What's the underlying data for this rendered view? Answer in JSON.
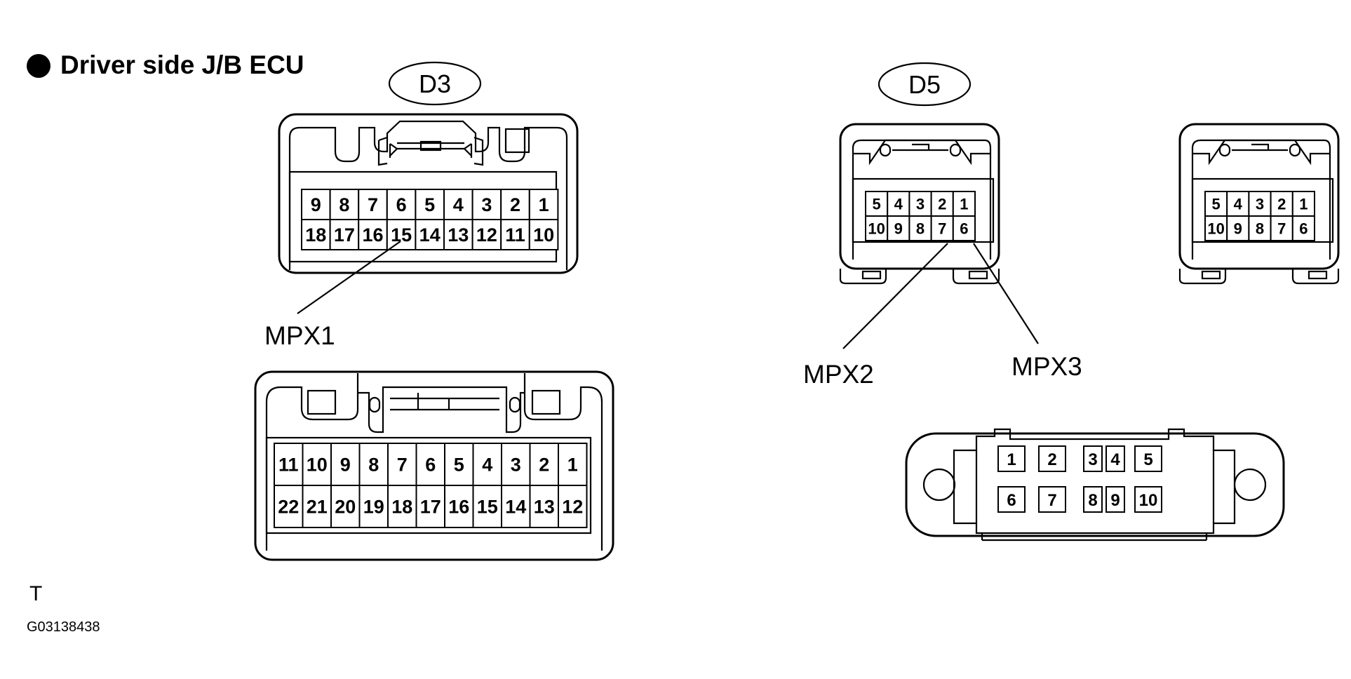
{
  "title": "Driver side J/B ECU",
  "connectors": {
    "d3": {
      "tag": "D3",
      "top_row": [
        "9",
        "8",
        "7",
        "6",
        "5",
        "4",
        "3",
        "2",
        "1"
      ],
      "bottom_row": [
        "18",
        "17",
        "16",
        "15",
        "14",
        "13",
        "12",
        "11",
        "10"
      ]
    },
    "d5": {
      "tag": "D5",
      "top_row": [
        "5",
        "4",
        "3",
        "2",
        "1"
      ],
      "bottom_row": [
        "10",
        "9",
        "8",
        "7",
        "6"
      ]
    },
    "d5_mate": {
      "top_row": [
        "5",
        "4",
        "3",
        "2",
        "1"
      ],
      "bottom_row": [
        "10",
        "9",
        "8",
        "7",
        "6"
      ]
    },
    "d3_mate": {
      "top_row": [
        "11",
        "10",
        "9",
        "8",
        "7",
        "6",
        "5",
        "4",
        "3",
        "2",
        "1"
      ],
      "bottom_row": [
        "22",
        "21",
        "20",
        "19",
        "18",
        "17",
        "16",
        "15",
        "14",
        "13",
        "12"
      ]
    },
    "d5_harness": {
      "top_row": [
        "1",
        "2",
        "3",
        "4",
        "5"
      ],
      "bottom_row": [
        "6",
        "7",
        "8",
        "9",
        "10"
      ]
    }
  },
  "callouts": {
    "mpx1": "MPX1",
    "mpx2": "MPX2",
    "mpx3": "MPX3"
  },
  "footer": {
    "mark": "T",
    "figure_code": "G03138438"
  }
}
